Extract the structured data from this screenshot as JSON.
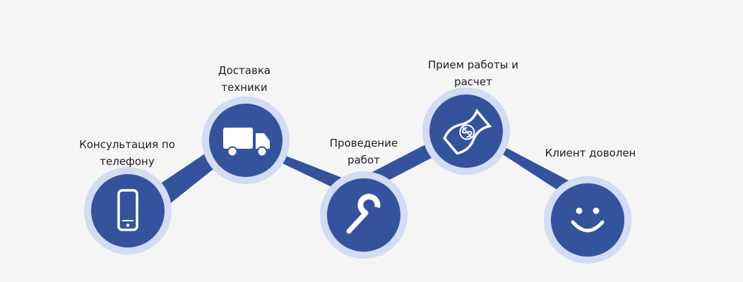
{
  "steps": [
    {
      "id": "consultation",
      "line1": "Консультация по",
      "line2": "телефону",
      "icon": "phone-icon"
    },
    {
      "id": "delivery",
      "line1": "Доставка",
      "line2": "техники",
      "icon": "truck-icon"
    },
    {
      "id": "work",
      "line1": "Проведение",
      "line2": "работ",
      "icon": "wrench-icon"
    },
    {
      "id": "acceptance",
      "line1": "Прием работы и",
      "line2": "расчет",
      "icon": "money-bill-icon"
    },
    {
      "id": "satisfied",
      "line1": "Клиент доволен",
      "line2": "",
      "icon": "smiley-icon"
    }
  ],
  "colors": {
    "circle": "#34539c",
    "ring": "#d2dcf2",
    "connector": "#34539c",
    "background": "#f5f5f5",
    "text": "#1e1e1e"
  }
}
